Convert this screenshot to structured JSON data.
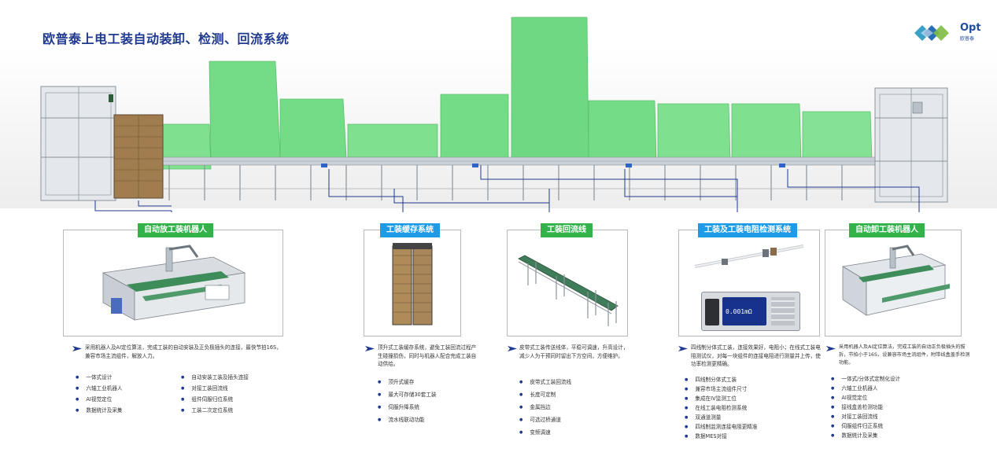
{
  "title": "欧普泰上电工装自动装卸、检测、回流系统",
  "logo": {
    "brand": "Opt",
    "sub": "欧普泰"
  },
  "colors": {
    "title": "#1f3a8f",
    "green_tag": "#33b24a",
    "blue_tag": "#1e9be6",
    "machine_green": "#74db86",
    "line": "#1f3a8f"
  },
  "sections": [
    {
      "label": "自动放工装机器人",
      "desc": "采用机器人及AI定位算法，完成工装的自动安装及正负极插头的连接，最快节拍16S，兼容市场主流组件，解放人力。",
      "bullets_left": [
        "一体式设计",
        "六轴工业机器人",
        "AI视觉定位",
        "数据统计及采集"
      ],
      "bullets_right": [
        "自动安装工装及插头连接",
        "对接工装回流线",
        "组件伺服归位系统",
        "工装二次定位系统"
      ]
    },
    {
      "label": "工装缓存系统",
      "desc": "顶升式工装缓存系统，避免工装回流过程产生碰撞损伤，同时与机器人配合完成工装自动供给。",
      "bullets": [
        "顶升式缓存",
        "最大可存储30套工装",
        "伺服升降系统",
        "流水线联动功能"
      ]
    },
    {
      "label": "工装回流线",
      "desc": "皮带式工装传送线体，平稳可调速，升高设计，减少人为干预同时留出下方空间，方便维护。",
      "bullets": [
        "皮带式工装回流线",
        "长度可定制",
        "金属挡边",
        "可选过桥通道",
        "变频调速"
      ]
    },
    {
      "label": "工装及工装电阻检测系统",
      "desc": "四线制分体式工装，连接效果好，电阻小；在线式工装电阻测试仪，对每一块组件的连接电阻进行测量并上传，使功率检测更精确。",
      "bullets": [
        "四线制分体式工装",
        "兼容市场主流组件尺寸",
        "集成在IV监测工位",
        "在线工装电阻检测系统",
        "双通道测量",
        "四线制监测连接电阻更精准",
        "数据MES对接"
      ],
      "meter_reading": "0.001mΩ"
    },
    {
      "label": "自动卸工装机器人",
      "desc": "采用机器人及AI定位算法，完成工装的自动正负极插头的拔拆，节拍小于16S，设兼容市场主流组件，附带线盒盖手检测功能。",
      "bullets": [
        "一体式/分体式定制化设计",
        "六轴工业机器人",
        "AI视觉定位",
        "接线盒盖检测功能",
        "对接工装回流线",
        "伺服组件归正系统",
        "数据统计及采集"
      ]
    }
  ]
}
